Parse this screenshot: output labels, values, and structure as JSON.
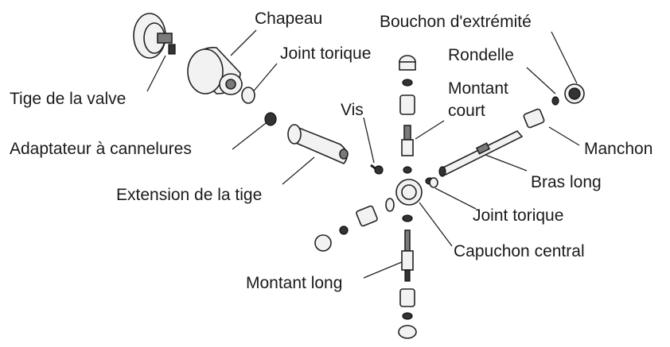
{
  "labels": {
    "chapeau": "Chapeau",
    "bouchon": "Bouchon d'extrémité",
    "joint_torique_top": "Joint torique",
    "rondelle": "Rondelle",
    "tige_valve": "Tige de la valve",
    "montant_court_1": "Montant",
    "montant_court_2": "court",
    "vis": "Vis",
    "manchon": "Manchon",
    "adaptateur": "Adaptateur à cannelures",
    "bras_long": "Bras long",
    "extension": "Extension de la tige",
    "joint_torique_mid": "Joint torique",
    "capuchon": "Capuchon central",
    "montant_long": "Montant long"
  }
}
